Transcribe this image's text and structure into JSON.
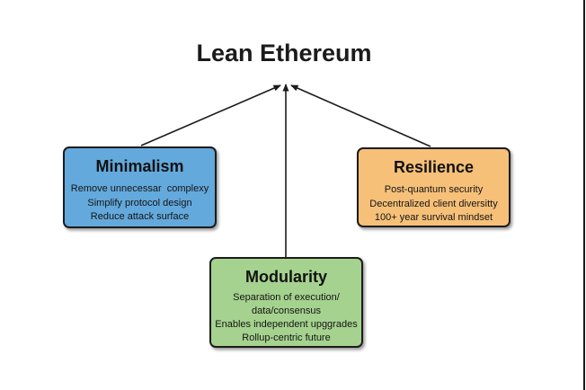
{
  "title": "Lean Ethereum",
  "colors": {
    "minimalism_fill": "#63a9dc",
    "modularity_fill": "#a5d28e",
    "resilience_fill": "#f6c078",
    "arrow": "#1b1b1b",
    "box_border": "#1c1c1c"
  },
  "nodes": {
    "minimalism": {
      "label": "Minimalism",
      "lines": [
        "Remove unnecessar  complexy",
        "Simplify protocol design",
        "Reduce attack surface"
      ]
    },
    "modularity": {
      "label": "Modularity",
      "lines": [
        "Separation of execution/",
        "data/consensus",
        "Enables independent upggrades",
        "Rollup-centric future"
      ]
    },
    "resilience": {
      "label": "Resilience",
      "lines": [
        "Post-quantum security",
        "Decentralized client diversitty",
        "100+ year survival mindset"
      ]
    }
  }
}
